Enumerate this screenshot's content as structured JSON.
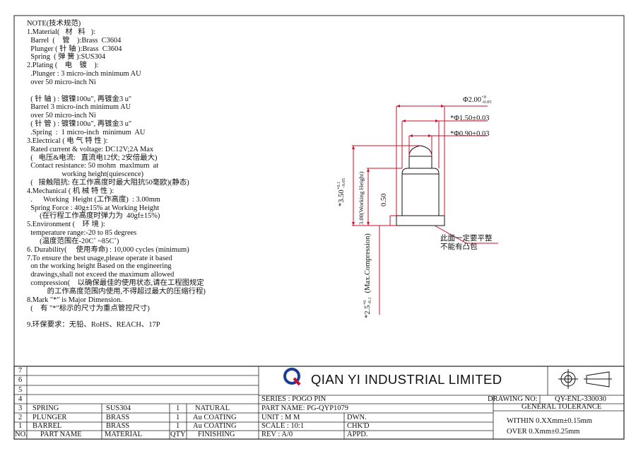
{
  "notes": [
    "NOTE(技术规范)",
    "1.Material(   材   料   ):",
    "  Barrel  (    管    ):Brass  C3604",
    "  Plunger ( 针 轴 ):Brass  C3604",
    "  Spring  ( 弹 簧 ):SUS304",
    "2.Plating (    电    镀    ):",
    "  .Plunger : 3 micro-inch minimum AU",
    "  over 50 micro-inch Ni",
    "",
    "  ( 针 轴 ) : 镀镍100u\", 再镀金3 u\"",
    "  Barrel 3 micro-inch minimum AU",
    "  over 50 micro-inch Ni",
    "  ( 针 管 ) : 镀镍100u\", 再镀金3 u\"",
    "  .Spring  :  1 micro-inch  minimum  AU",
    "3.Electrical ( 电 气 特 性 ):",
    "  Rated current & voltage: DC12V;2A Max",
    "  (   电压&电流:   直流电12伏; 2安倍最大)",
    "  Contact resistance: 50 mohm  maxlmum  at",
    "                   working height(quiescence)",
    "  (   接触阻抗: 在工作高度时最大阻抗50毫欧)(静态)",
    "4.Mechanical ( 机 械 特 性 ):",
    "  .      Working  Height (工作高度)  : 3.00mm",
    "  Spring Force : 40g±15% at Working Height",
    "       (在行程工作高度时弹力为  40gf±15%)",
    "5.Environment (    环 境 ):",
    "  temperature range:-20 to 85 degrees",
    "       (温度范围在-20C˚ ~85C˚)",
    "6. Durability(     使用寿命) : 10,000 cycles (minimum)",
    "7.To ensure the best usage,please operate it based",
    "  on the working height Based on the engineering",
    "  drawings,shall not exceed the maximum allowed",
    "  compression(    以确保最佳的使用状态,请在工程图规定",
    "           的工作高度范围内使用,不得超过最大的压缩行程)",
    "8.Mark \"*\" is Major Dimension.",
    "  (    有 \"*\"标示的尺寸为重点管控尺寸)",
    "",
    "9.环保要求：无铅、RoHS、REACH、17P"
  ],
  "dimensions": {
    "d1": "Φ2.00",
    "d1_tol_upper": "+0",
    "d1_tol_lower": "-0.05",
    "d2": "*Φ1.50±0.03",
    "d3": "*Φ0.90±0.03",
    "total_height": "*3.50",
    "total_tol_upper": "+0.1",
    "total_tol_lower": "-0.05",
    "working_height": "3.00(Working Height)",
    "plunger_height": "0.50",
    "max_compression": "*2.5",
    "max_comp_tol_upper": "+0",
    "max_comp_tol_lower": "-0.1",
    "max_comp_label": "(Max.Compression)",
    "flat_note_1": "此面一定要平整",
    "flat_note_2": "不能有凸包"
  },
  "parts_table": {
    "row_numbers": [
      "7",
      "6",
      "5",
      "4",
      "3",
      "2",
      "1"
    ],
    "rows": [
      {
        "no": "3",
        "name": "SPRING",
        "material": "SUS304",
        "qty": "1",
        "finish": "NATURAL"
      },
      {
        "no": "2",
        "name": "PLUNGER",
        "material": "BRASS",
        "qty": "1",
        "finish": "Au COATING"
      },
      {
        "no": "1",
        "name": "BARREL",
        "material": "BRASS",
        "qty": "1",
        "finish": "Au COATING"
      }
    ],
    "header": {
      "no": "NO.",
      "name": "PART NAME",
      "material": "MATERIAL",
      "qty": "QTY",
      "finish": "FINISHING"
    }
  },
  "title_block": {
    "company": "QIAN  YI  INDUSTRIAL  LIMITED",
    "series": "SERIES : POGO  PIN",
    "part_name": "PART NAME: PG-QYP1079",
    "unit": "UNIT  : M M",
    "scale": "SCALE : 10:1",
    "rev": "REV  : A/0",
    "dwn": "DWN.",
    "chkd": "CHK'D",
    "appd": "APPD.",
    "drawing_no_label": "DRAWING NO:",
    "drawing_no": "QY-ENL-330030",
    "general_tolerance": "GENERAL TOLERANCE",
    "tol_1": "WITHIN  0.XXmm±0.15mm",
    "tol_2": "OVER   0.Xmm±0.25mm"
  },
  "colors": {
    "dimension_red": "#c8102e",
    "logo_blue": "#1c3f94",
    "logo_red": "#c8102e"
  }
}
